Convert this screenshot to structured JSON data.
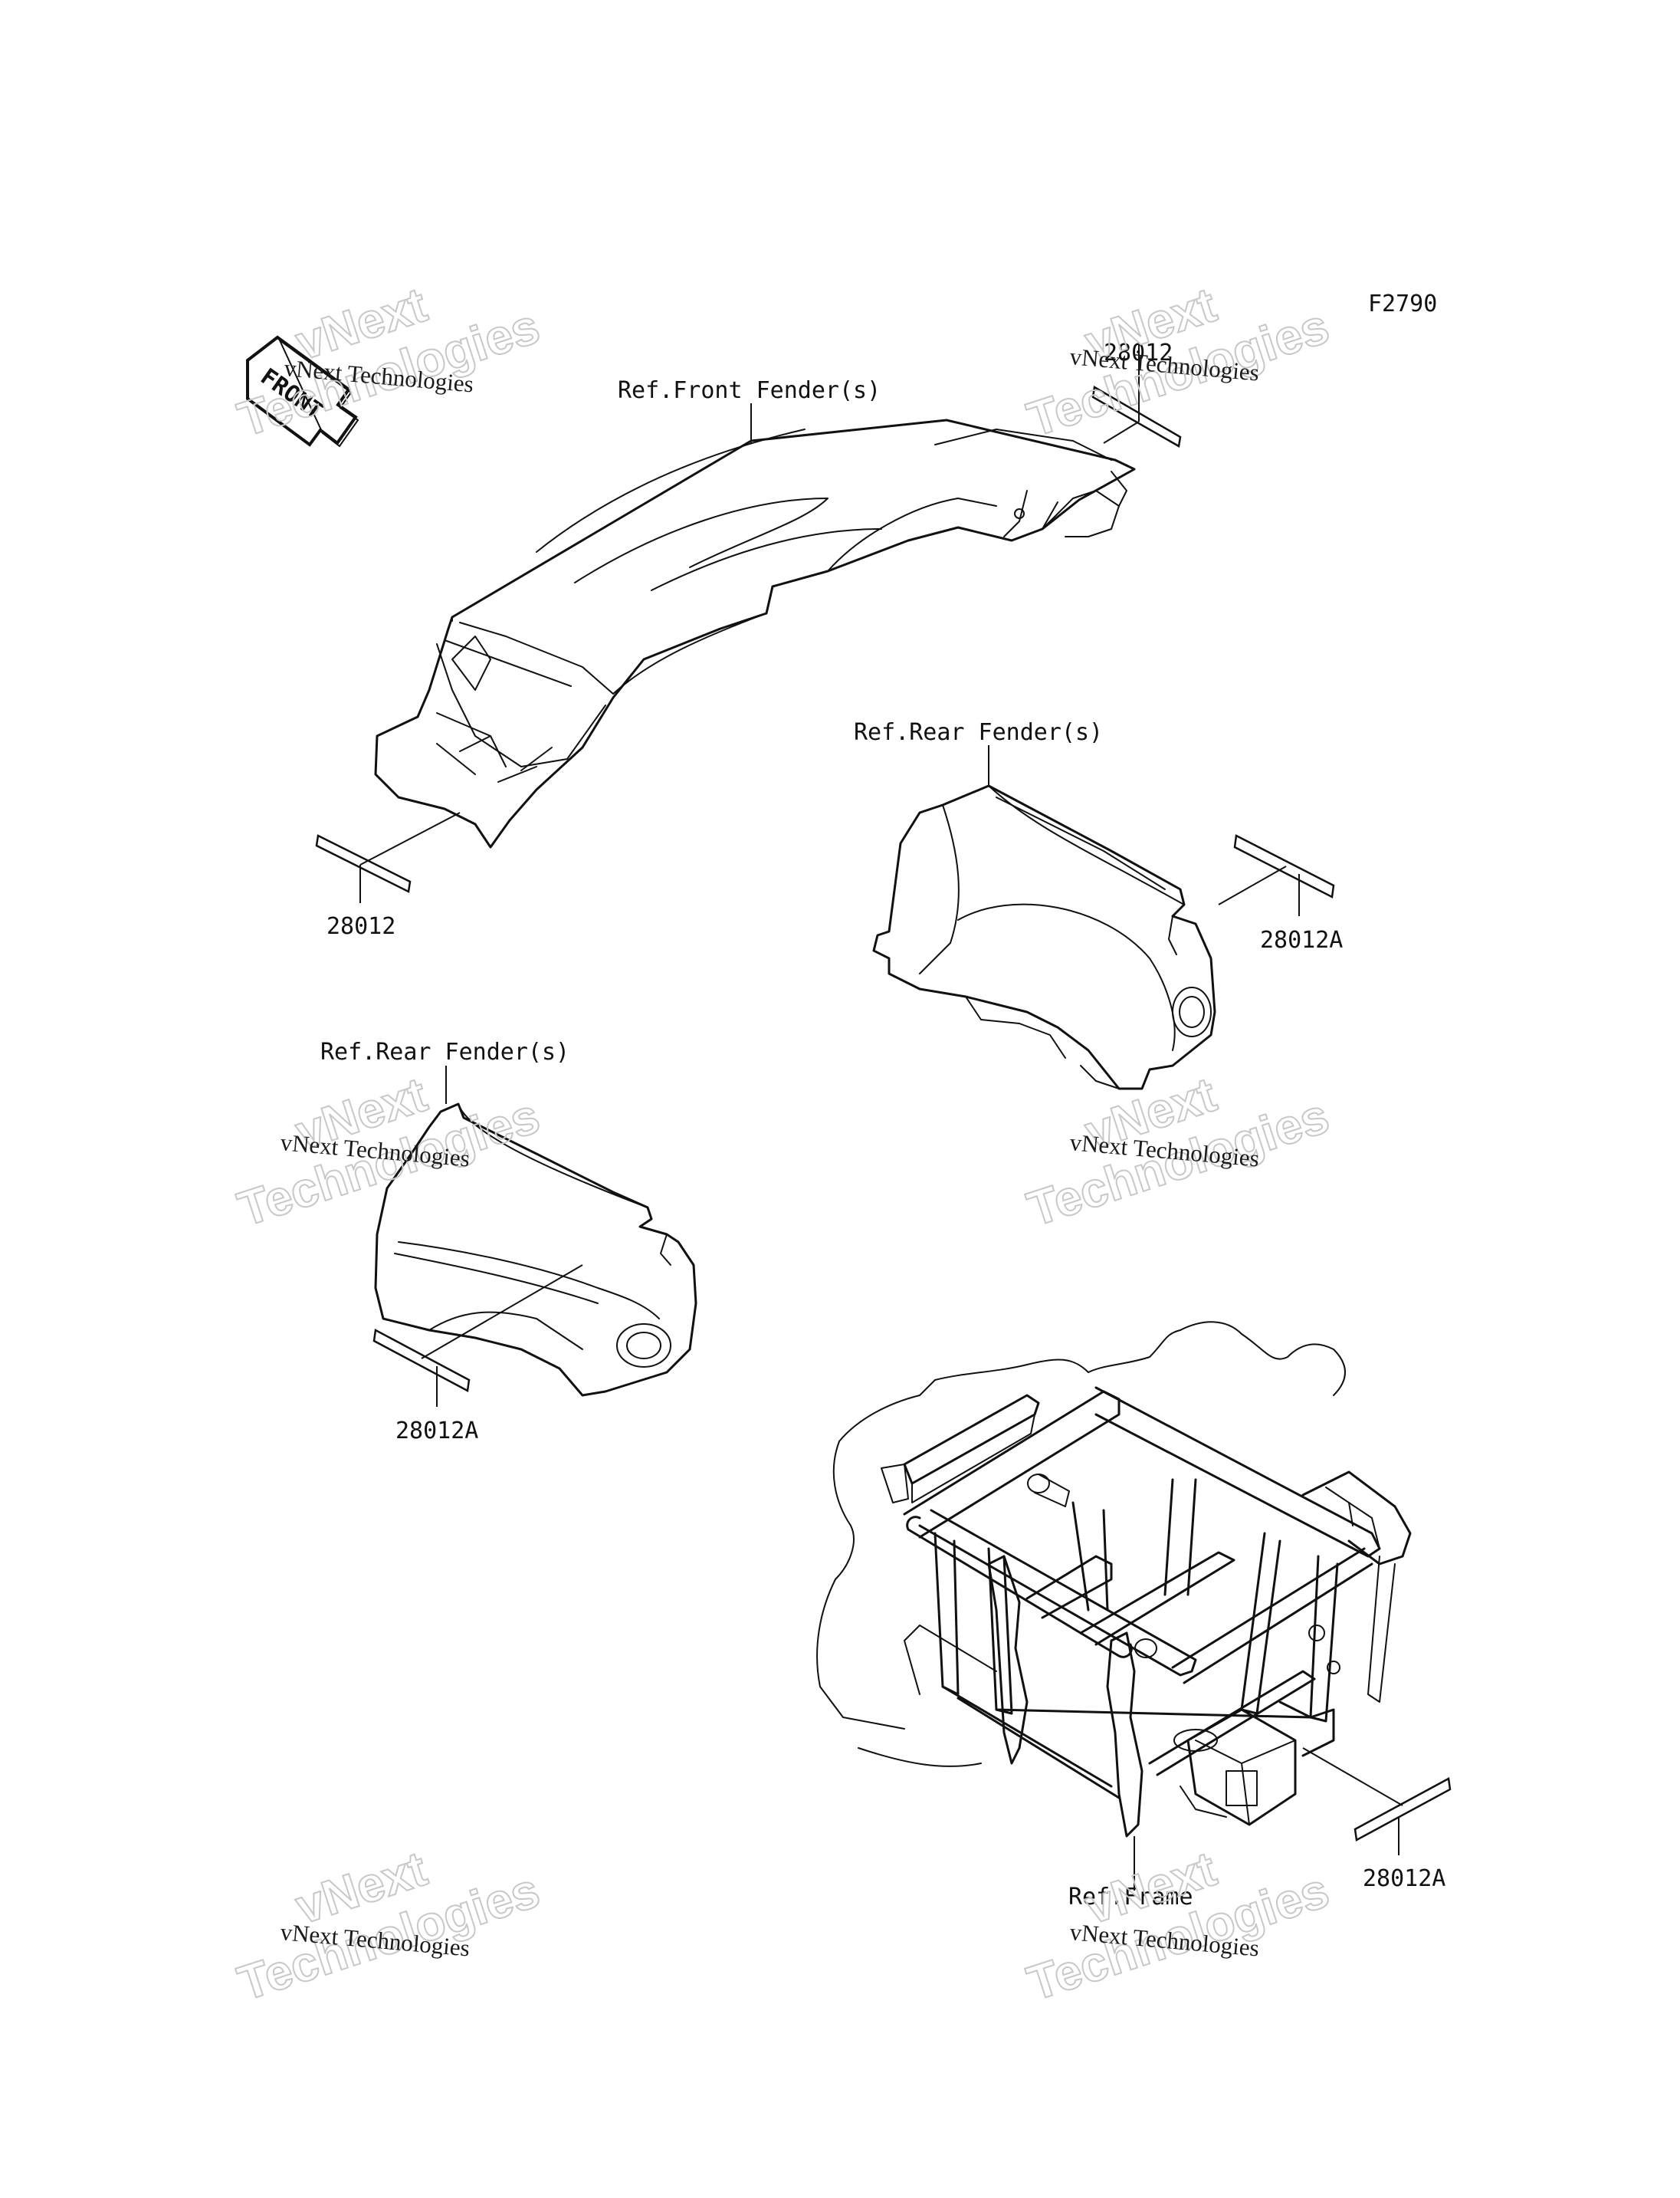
{
  "diagram_code": "F2790",
  "front_label": "FRONT",
  "labels": {
    "front_fender": "Ref.Front Fender(s)",
    "rear_fender_right": "Ref.Rear Fender(s)",
    "rear_fender_left": "Ref.Rear Fender(s)",
    "frame": "Ref.Frame"
  },
  "parts": {
    "decal_top": "28012",
    "decal_front_lower": "28012",
    "decal_rear_right": "28012A",
    "decal_rear_left": "28012A",
    "decal_frame": "28012A"
  },
  "watermark": {
    "line1": "vNext Technologies",
    "line2a": "vNext",
    "line2b": "Technologies"
  }
}
